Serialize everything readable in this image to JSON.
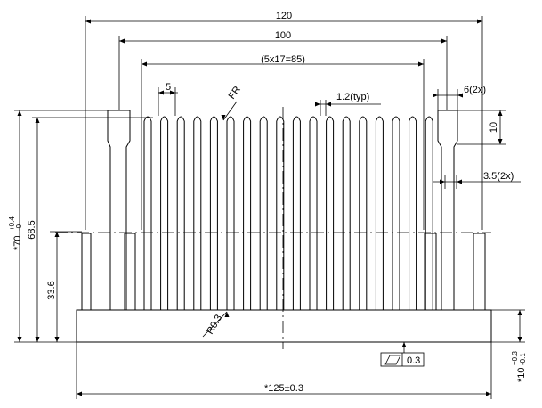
{
  "dimensions": {
    "width_120": "120",
    "width_100": "100",
    "pitch_85": "(5x17=85)",
    "fin_gap_5": "5",
    "fr_label": "FR",
    "fin_thickness": "1.2(typ)",
    "end_fin_width": "6(2x)",
    "end_fin_depth": "10",
    "end_fin_neck": "3.5(2x)",
    "height_685": "68.5",
    "height_336": "33.6",
    "height_70_prefix": "*70",
    "height_70_tol_plus": "+0.4",
    "height_70_tol_minus": "-0",
    "radius_r03": "R0.3",
    "flatness_value": "0.3",
    "base_thickness_prefix": "*10",
    "base_tol_plus": "+0.3",
    "base_tol_minus": "-0.1",
    "overall_width": "*125±0.3"
  }
}
